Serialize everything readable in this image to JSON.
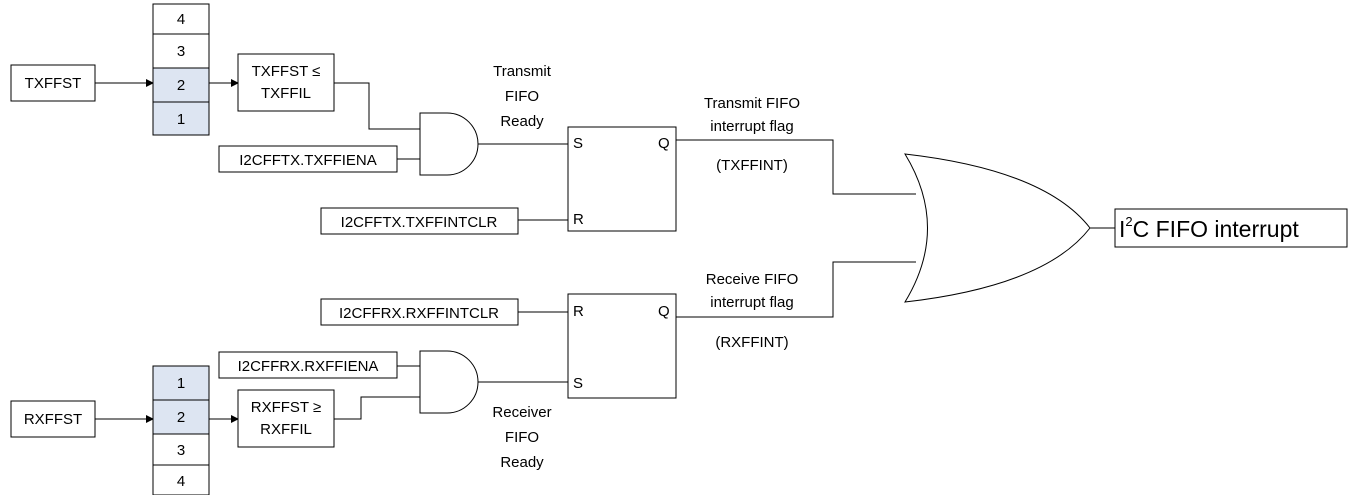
{
  "colors": {
    "fifo_highlight": "#dde5f2",
    "fifo_plain": "#ffffff",
    "line": "#000000"
  },
  "tx": {
    "status_reg": "TXFFST",
    "fifo_slots": [
      "4",
      "3",
      "2",
      "1"
    ],
    "compare_line1": "TXFFST ≤",
    "compare_line2": "TXFFIL",
    "enable_reg": "I2CFFTX.TXFFIENA",
    "clear_reg": "I2CFFTX.TXFFINTCLR",
    "ready_line1": "Transmit",
    "ready_line2": "FIFO",
    "ready_line3": "Ready",
    "flag_line1": "Transmit FIFO",
    "flag_line2": "interrupt flag",
    "flag_name": "(TXFFINT)",
    "latch_s": "S",
    "latch_r": "R",
    "latch_q": "Q"
  },
  "rx": {
    "status_reg": "RXFFST",
    "fifo_slots": [
      "1",
      "2",
      "3",
      "4"
    ],
    "compare_line1": "RXFFST ≥",
    "compare_line2": "RXFFIL",
    "enable_reg": "I2CFFRX.RXFFIENA",
    "clear_reg": "I2CFFRX.RXFFINTCLR",
    "ready_line1": "Receiver",
    "ready_line2": "FIFO",
    "ready_line3": "Ready",
    "flag_line1": "Receive FIFO",
    "flag_line2": "interrupt flag",
    "flag_name": "(RXFFINT)",
    "latch_s": "S",
    "latch_r": "R",
    "latch_q": "Q"
  },
  "output": {
    "prefix": "I",
    "superscript": "2",
    "suffix": "C FIFO interrupt"
  }
}
